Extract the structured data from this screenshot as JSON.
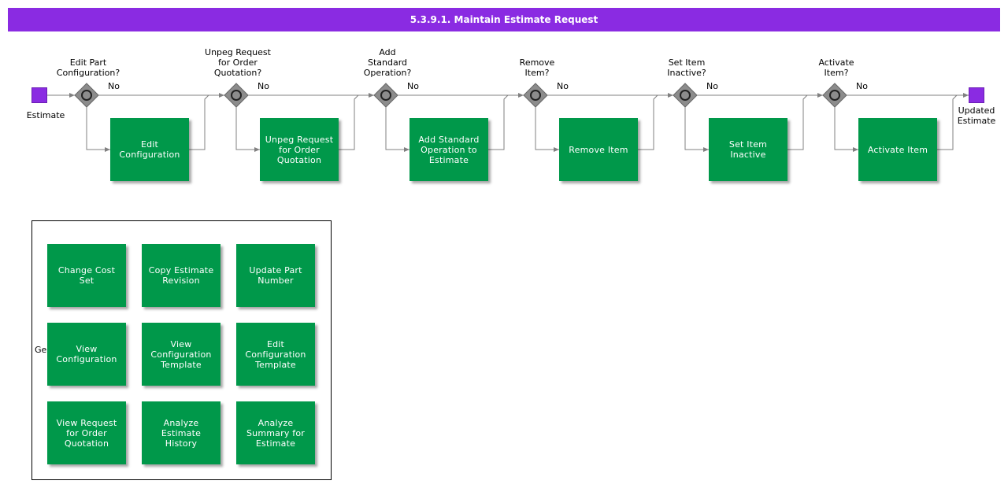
{
  "title": "5.3.9.1. Maintain Estimate Request",
  "colors": {
    "title_bar": "#8a2be2",
    "task": "#00984a",
    "event": "#8a2be2",
    "gateway": "#888888",
    "connector": "#808080"
  },
  "start_event": {
    "label": "Estimate"
  },
  "end_event": {
    "label": "Updated\nEstimate"
  },
  "flow": [
    {
      "question": "Edit Part\nConfiguration?",
      "no_label": "No",
      "task": "Edit\nConfiguration"
    },
    {
      "question": "Unpeg Request\nfor Order\nQuotation?",
      "no_label": "No",
      "task": "Unpeg Request\nfor Order\nQuotation"
    },
    {
      "question": "Add\nStandard\nOperation?",
      "no_label": "No",
      "task": "Add Standard\nOperation to\nEstimate"
    },
    {
      "question": "Remove\nItem?",
      "no_label": "No",
      "task": "Remove Item"
    },
    {
      "question": "Set Item\nInactive?",
      "no_label": "No",
      "task": "Set Item\nInactive"
    },
    {
      "question": "Activate\nItem?",
      "no_label": "No",
      "task": "Activate Item"
    }
  ],
  "general_group": {
    "label": "General",
    "tasks": [
      "Change Cost\nSet",
      "Copy Estimate\nRevision",
      "Update Part\nNumber",
      "View\nConfiguration",
      "View\nConfiguration\nTemplate",
      "Edit\nConfiguration\nTemplate",
      "View Request\nfor Order\nQuotation",
      "Analyze\nEstimate History",
      "Analyze\nSummary for\nEstimate"
    ]
  }
}
